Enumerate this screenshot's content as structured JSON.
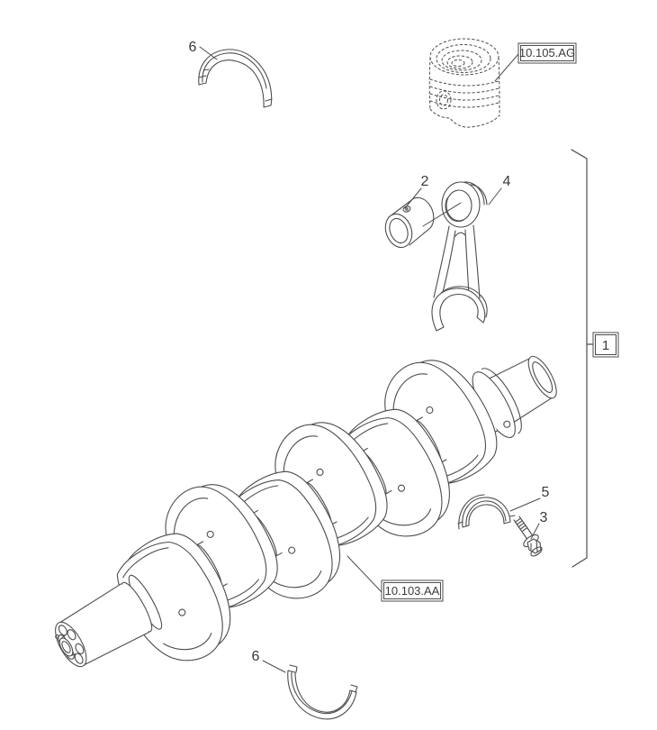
{
  "diagram": {
    "type": "exploded-parts-diagram",
    "subject": "crankshaft and connecting rod assembly",
    "background_color": "#ffffff",
    "line_color": "#4d4d4d",
    "text_color": "#3a3a3a"
  },
  "callouts": {
    "main_bearing_upper": {
      "label": "6"
    },
    "piston_pin_bushing": {
      "label": "2"
    },
    "connecting_rod": {
      "label": "4"
    },
    "crankshaft_assembly": {
      "label": "1"
    },
    "rod_bearing": {
      "label": "5"
    },
    "rod_bolt": {
      "label": "3"
    },
    "main_bearing_lower": {
      "label": "6"
    }
  },
  "references": {
    "piston_group": {
      "label": "10.105.AG"
    },
    "crankshaft_group": {
      "label": "10.103.AA"
    }
  }
}
